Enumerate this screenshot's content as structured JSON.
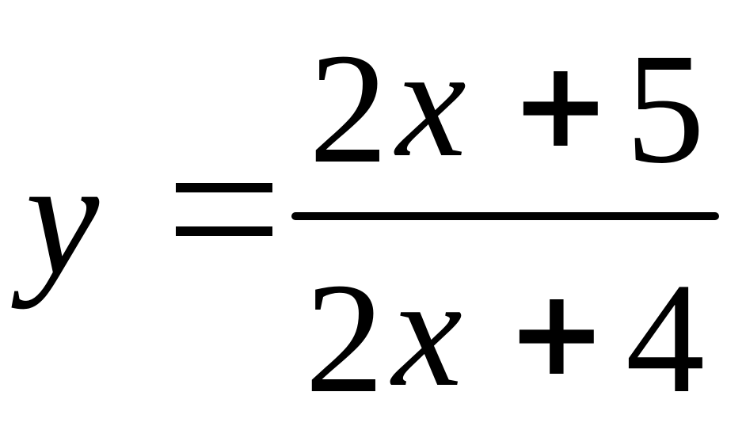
{
  "equation": {
    "lhs": "y",
    "relation": "=",
    "numerator": {
      "coefficient": "2",
      "variable": "x",
      "operator": "+",
      "constant": "5"
    },
    "denominator": {
      "coefficient": "2",
      "variable": "x",
      "operator": "+",
      "constant": "4"
    }
  }
}
